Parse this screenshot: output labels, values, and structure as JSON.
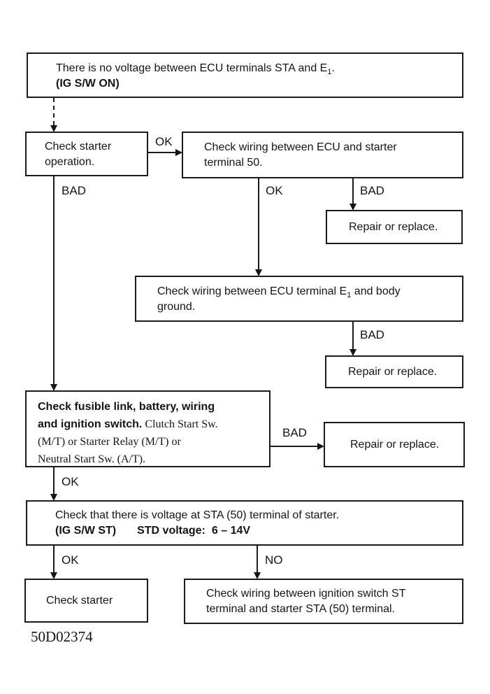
{
  "figure_code": "50D02374",
  "edge_labels": {
    "ok": "OK",
    "bad": "BAD",
    "no": "NO"
  },
  "nodes": {
    "start": {
      "line1_pre": "There is no voltage between ECU terminals STA and E",
      "line1_sub": "1",
      "line1_end": ".",
      "line2": "(IG S/W ON)"
    },
    "check_starter_operation": {
      "line1": "Check starter",
      "line2": "operation."
    },
    "check_wiring_ecu_starter": {
      "line1": "Check wiring between ECU and starter",
      "line2": "terminal 50."
    },
    "repair_or_replace_1": {
      "text": "Repair or replace."
    },
    "check_wiring_e1_ground": {
      "line1_pre": "Check wiring between ECU terminal E",
      "line1_sub": "1",
      "line1_end": " and body",
      "line2": "ground."
    },
    "repair_or_replace_2": {
      "text": "Repair or replace."
    },
    "check_fusible_link": {
      "line1_bold": "Check fusible link, battery, wiring",
      "line2_bold": "and ignition switch.",
      "line2_serif": " Clutch Start Sw.",
      "line3_serif": "(M/T) or Starter Relay (M/T) or",
      "line4_serif": "Neutral Start Sw. (A/T)."
    },
    "repair_or_replace_3": {
      "text": "Repair or replace."
    },
    "check_voltage_sta": {
      "line1": "Check that there is voltage at STA (50) terminal of starter.",
      "line2_a": "(IG S/W ST)",
      "line2_b": "STD voltage:",
      "line2_c": "6 – 14V"
    },
    "check_starter": {
      "text": "Check starter"
    },
    "check_wiring_ignition": {
      "line1": "Check wiring between ignition switch ST",
      "line2": "terminal and starter STA (50) terminal."
    }
  }
}
